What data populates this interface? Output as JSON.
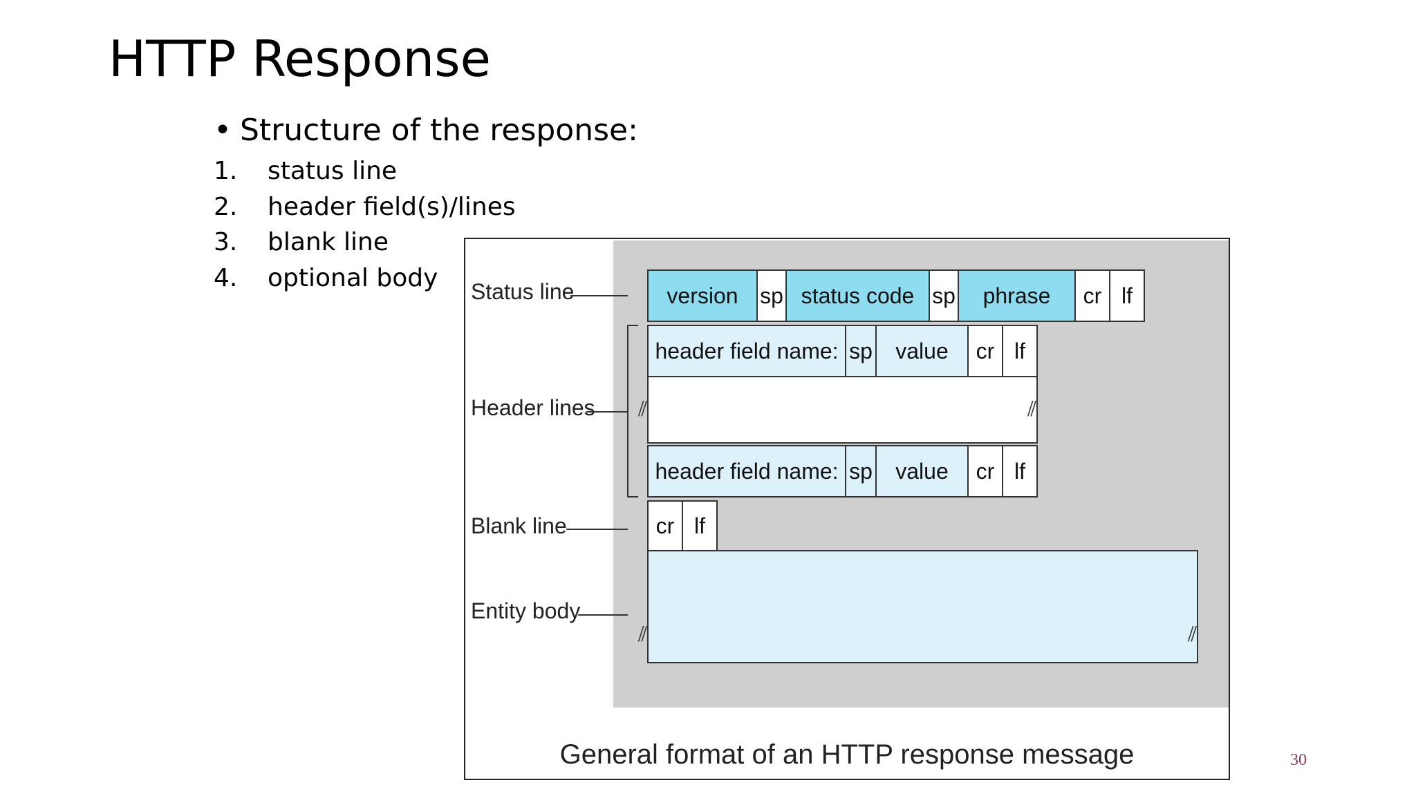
{
  "slide": {
    "title": "HTTP Response",
    "bullet": "Structure of the response:",
    "bullet_marker": "•",
    "steps": [
      {
        "num": "1.",
        "text": "status line"
      },
      {
        "num": "2.",
        "text": "header field(s)/lines"
      },
      {
        "num": "3.",
        "text": "blank line"
      },
      {
        "num": "4.",
        "text": "optional body"
      }
    ],
    "page_number": "30"
  },
  "diagram": {
    "labels": {
      "status_line": "Status line",
      "header_lines": "Header lines",
      "blank_line": "Blank line",
      "entity_body": "Entity body"
    },
    "status_row": {
      "version": "version",
      "sp1": "sp",
      "status_code": "status code",
      "sp2": "sp",
      "phrase": "phrase",
      "cr": "cr",
      "lf": "lf"
    },
    "header_row": {
      "field_name": "header field name:",
      "sp": "sp",
      "value": "value",
      "cr": "cr",
      "lf": "lf"
    },
    "blank_row": {
      "cr": "cr",
      "lf": "lf"
    },
    "caption": "General format of an HTTP response message",
    "colors": {
      "status_fill": "#8ddcef",
      "header_fill": "#ddf1fb",
      "background": "#cfcfcf"
    }
  }
}
